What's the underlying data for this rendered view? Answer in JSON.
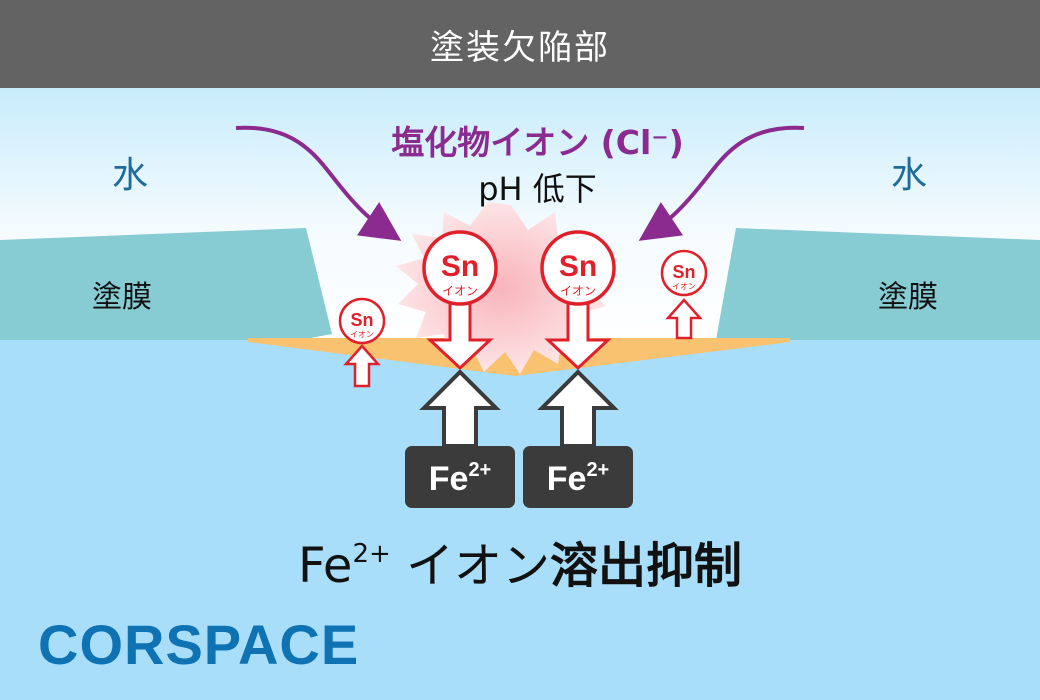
{
  "header": {
    "title": "塗装欠陥部"
  },
  "labels": {
    "water_left": "水",
    "water_right": "水",
    "coating_left": "塗膜",
    "coating_right": "塗膜",
    "chloride": "塩化物イオン (Cl⁻)",
    "ph": "pH 低下"
  },
  "sn_ions": [
    {
      "symbol": "Sn",
      "sub": "イオン"
    },
    {
      "symbol": "Sn",
      "sub": "イオン"
    },
    {
      "symbol": "Sn",
      "sub": "イオン"
    },
    {
      "symbol": "Sn",
      "sub": "イオン"
    }
  ],
  "fe_boxes": [
    {
      "base": "Fe",
      "charge": "2+"
    },
    {
      "base": "Fe",
      "charge": "2+"
    }
  ],
  "caption": {
    "ion": "Fe",
    "charge": "2+",
    "middle": " イオン",
    "emphasis": "溶出抑制"
  },
  "brand": "CORSPACE",
  "colors": {
    "header": "#636363",
    "coating": "#86ccd2",
    "steel": "#a9defa",
    "defect_layer": "#f8c271",
    "sn_red": "#e0212b",
    "chloride_purple": "#8b2a8f",
    "fe_box": "#3b3b3b",
    "brand_blue": "#0f72b2"
  }
}
